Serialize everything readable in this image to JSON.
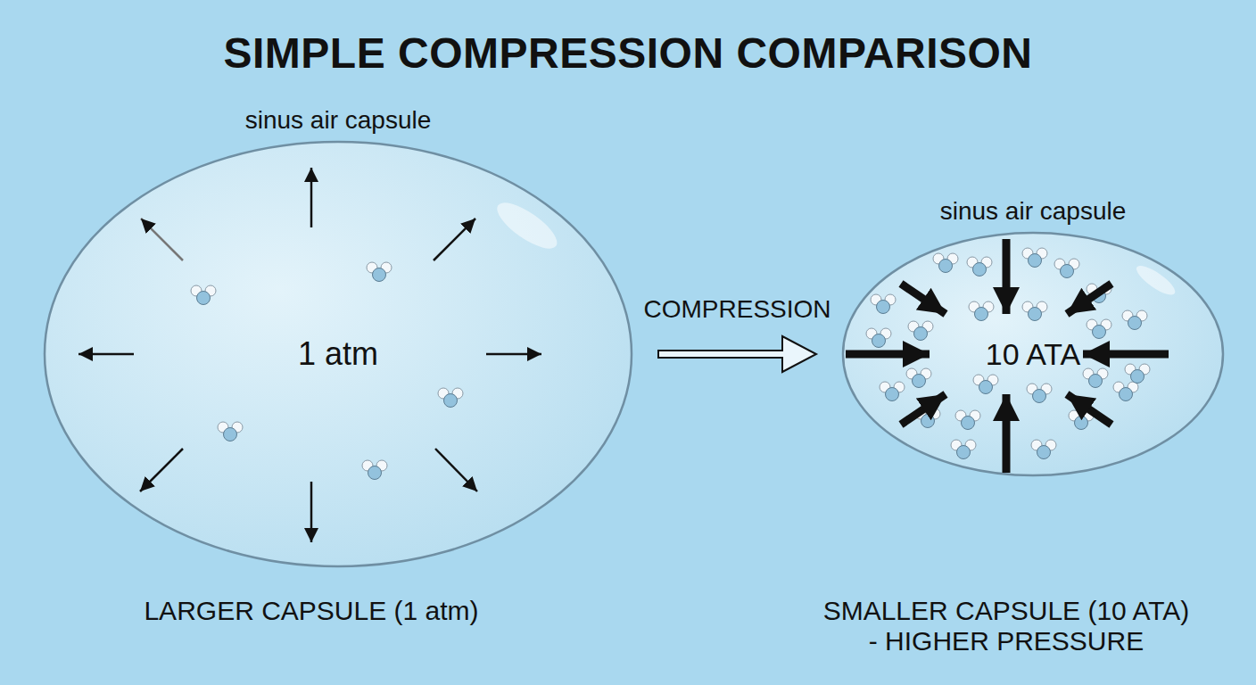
{
  "diagram": {
    "title": "SIMPLE COMPRESSION COMPARISON",
    "nodes": [
      {
        "text": [
          "sinus air capsule",
          "1 atm"
        ]
      },
      {
        "text": [
          "sinus air capsule",
          "10 ATA"
        ]
      }
    ],
    "edges": [
      {
        "from": 0,
        "to": 1,
        "arrow": "to",
        "label": "COMPRESSION"
      }
    ],
    "labels": [
      "LARGER CAPSULE (1 atm)",
      "SMALLER CAPSULE (10 ATA) - HIGHER PRESSURE"
    ]
  }
}
